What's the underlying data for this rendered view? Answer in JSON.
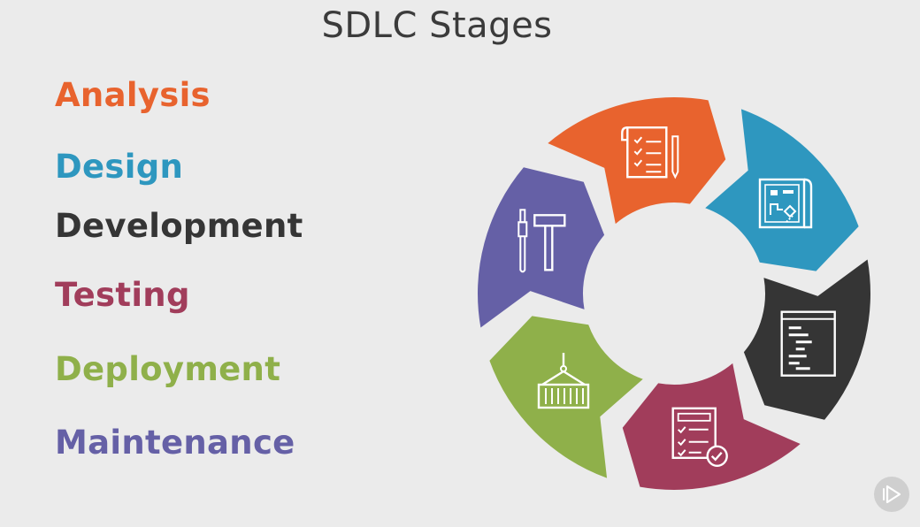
{
  "title": "SDLC Stages",
  "stages": [
    {
      "label": "Analysis",
      "color": "#e8632e",
      "icon": "document-pen-icon"
    },
    {
      "label": "Design",
      "color": "#2e97bf",
      "icon": "blueprint-icon"
    },
    {
      "label": "Development",
      "color": "#353535",
      "icon": "code-window-icon"
    },
    {
      "label": "Testing",
      "color": "#a13d5b",
      "icon": "checklist-icon"
    },
    {
      "label": "Deployment",
      "color": "#8fb04a",
      "icon": "shipping-container-icon"
    },
    {
      "label": "Maintenance",
      "color": "#6560a6",
      "icon": "tools-icon"
    }
  ],
  "controls": {
    "play_icon": "play-icon"
  }
}
